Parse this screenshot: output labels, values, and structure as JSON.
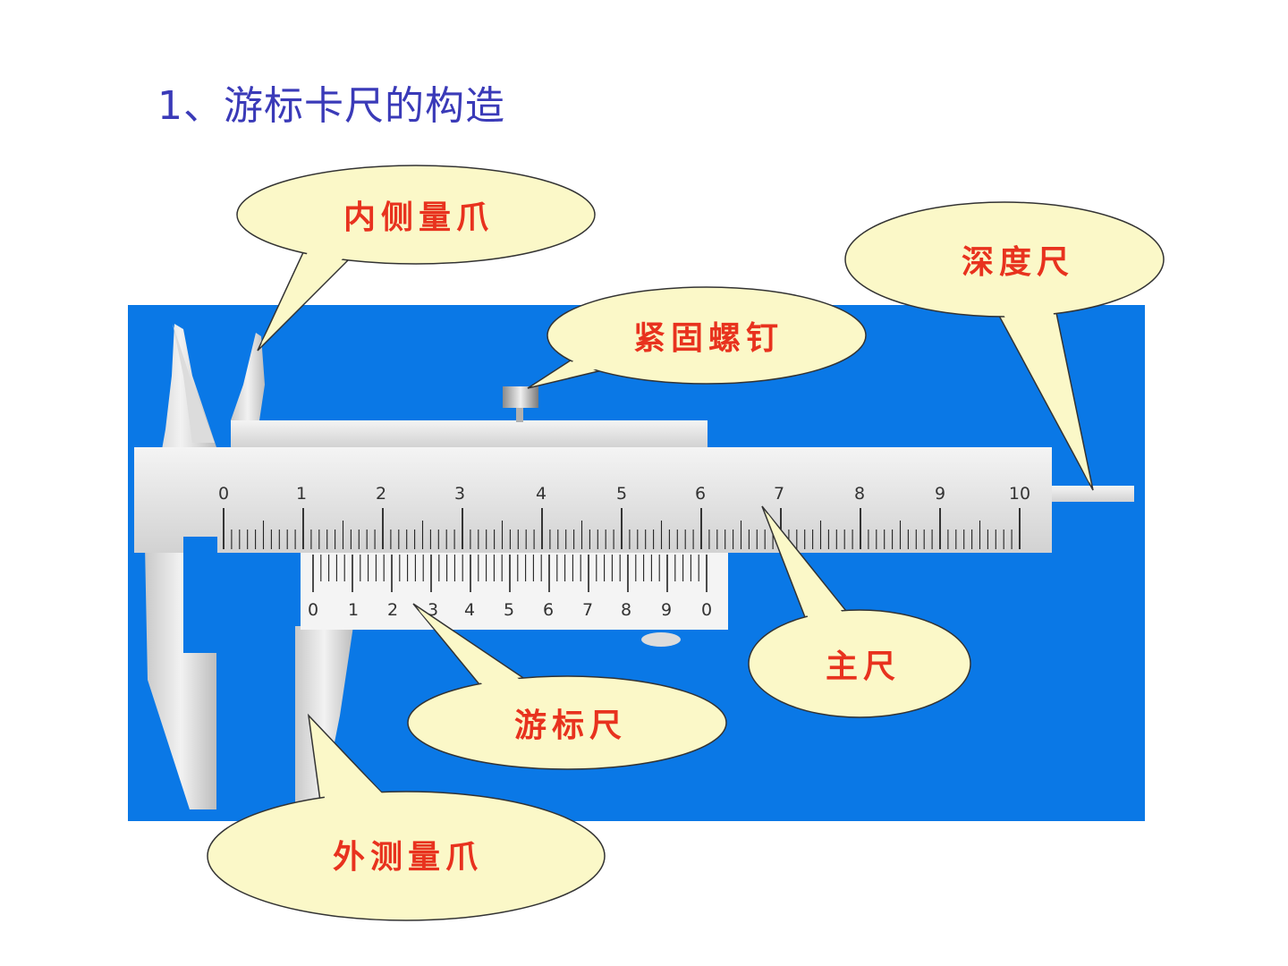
{
  "title": "1、游标卡尺的构造",
  "colors": {
    "background_panel": "#0a78e6",
    "callout_fill": "#fbf8c8",
    "callout_text": "#e8321e",
    "title": "#3a3ab8",
    "metal": "#e6e6e6"
  },
  "main_scale": {
    "labels": [
      "0",
      "1",
      "2",
      "3",
      "4",
      "5",
      "6",
      "7",
      "8",
      "9",
      "10"
    ]
  },
  "vernier_scale": {
    "labels": [
      "0",
      "1",
      "2",
      "3",
      "4",
      "5",
      "6",
      "7",
      "8",
      "9",
      "0"
    ]
  },
  "callouts": {
    "inner_jaw": "内侧量爪",
    "lock_screw": "紧固螺钉",
    "depth_rod": "深度尺",
    "main_scale": "主尺",
    "vernier": "游标尺",
    "outer_jaw": "外测量爪"
  }
}
